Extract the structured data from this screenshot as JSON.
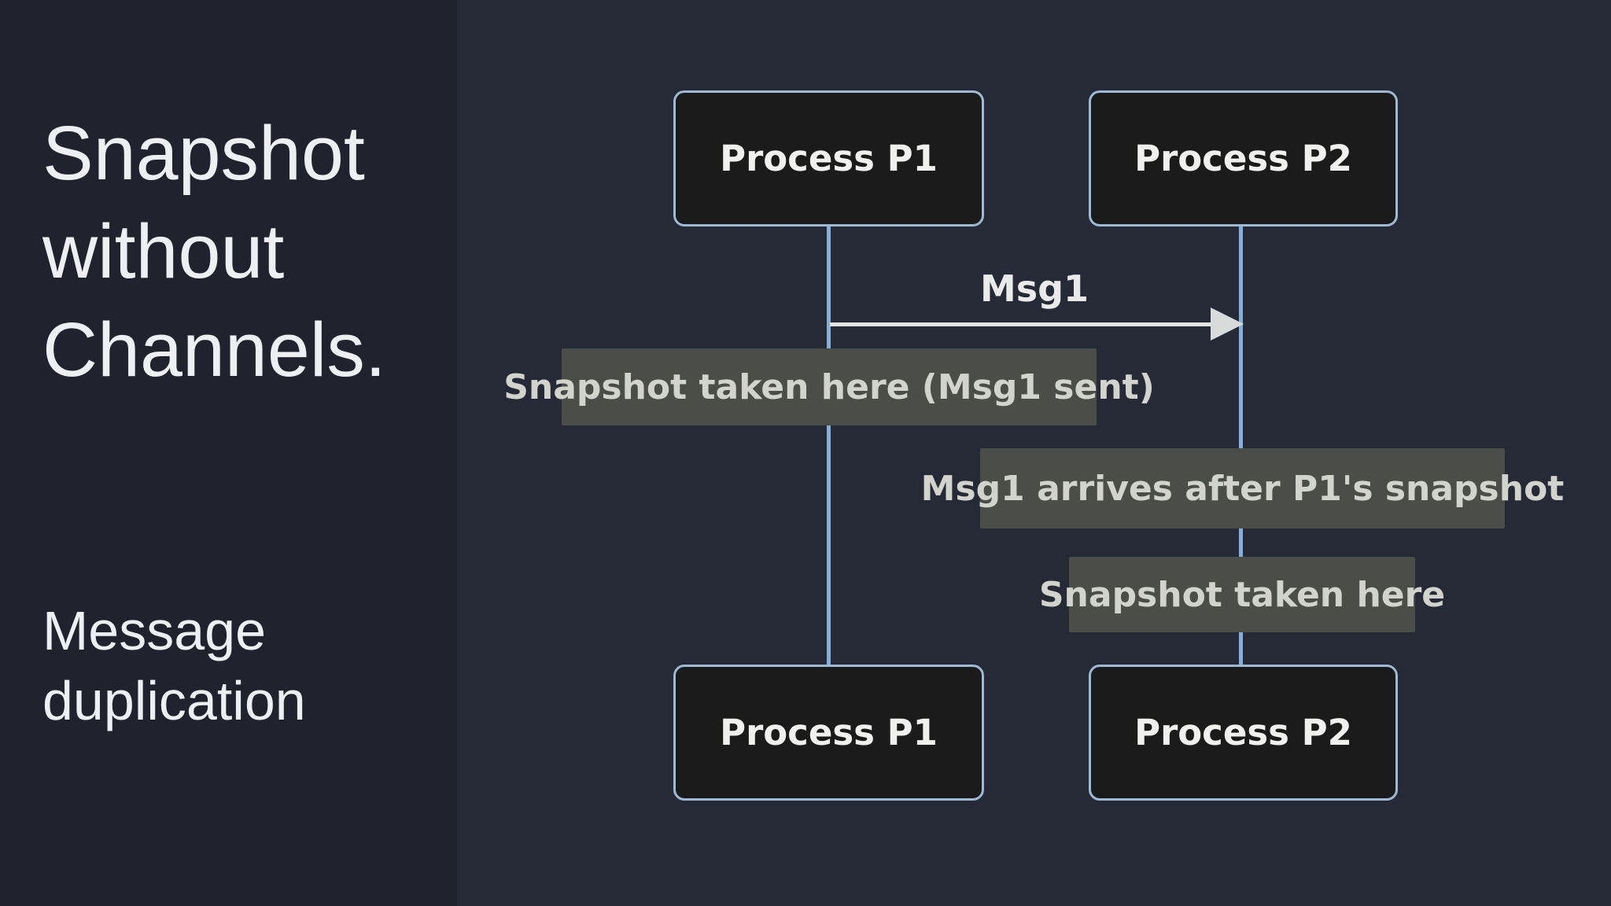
{
  "slide": {
    "title": "Snapshot without Channels.",
    "subtitle": "Message duplication"
  },
  "diagram": {
    "processes": {
      "top_p1": "Process P1",
      "top_p2": "Process P2",
      "bottom_p1": "Process P1",
      "bottom_p2": "Process P2"
    },
    "message_label": "Msg1",
    "annotations": {
      "p1_snapshot": "Snapshot taken here (Msg1 sent)",
      "msg1_arrival": "Msg1 arrives after P1's snapshot",
      "p2_snapshot": "Snapshot taken here"
    }
  },
  "colors": {
    "left_panel_bg": "#20232d",
    "canvas_bg": "#262a37",
    "box_fill": "#1a1b1a",
    "box_border": "#9db9d6",
    "lifeline_blue": "#85aed8",
    "arrow_white": "#e3e4e4",
    "annotation_bg": "#4b4e48",
    "annotation_text": "#d2d3cd",
    "title_text": "#edeff3"
  }
}
